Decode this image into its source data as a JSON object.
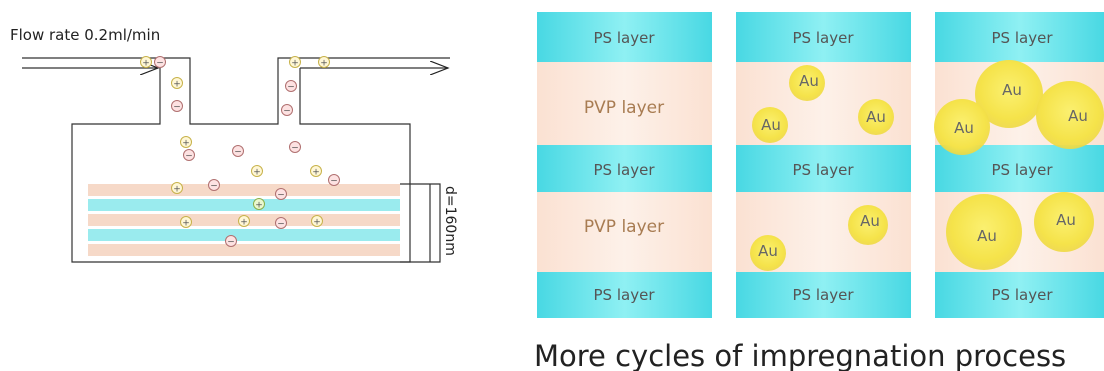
{
  "left_panel": {
    "flow_label": "Flow rate 0.2ml/min",
    "thickness_label": "d=160nm",
    "plus_sign": "+",
    "minus_sign": "−",
    "plus_color": "#c7b24a",
    "minus_color": "#b07070"
  },
  "labels": {
    "ps": "PS layer",
    "pvp": "PVP layer",
    "au": "Au"
  },
  "right_panel": {
    "caption": "More cycles of impregnation process"
  },
  "colors": {
    "ps_layer": "#52dce6",
    "pvp_layer": "#fbe4d6",
    "au_particle": "#f5e34a",
    "pink_stripe": "#f6d9c8",
    "cyan_stripe": "#9aebee"
  }
}
